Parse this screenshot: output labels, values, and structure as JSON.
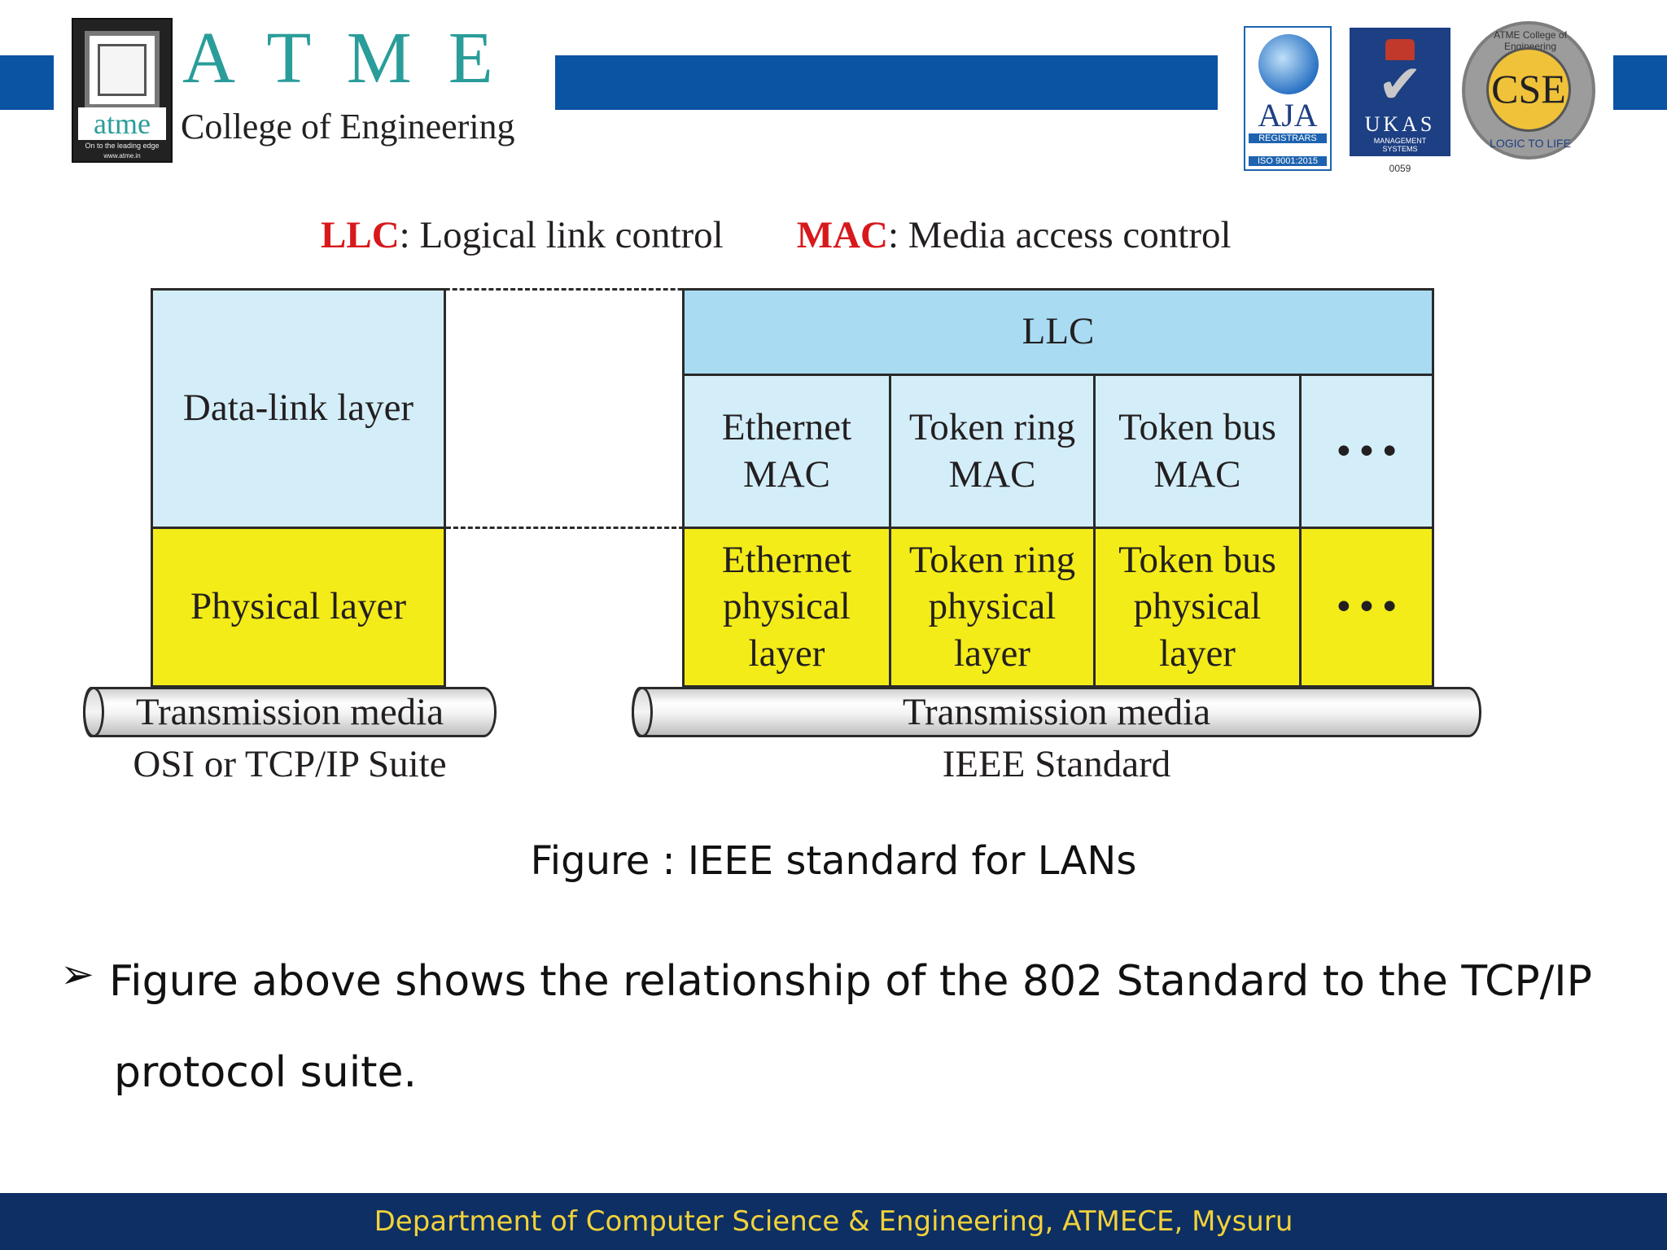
{
  "header": {
    "logo_text": "atme",
    "logo_tagline": "On to the leading edge",
    "logo_url_text": "www.atme.in",
    "wordmark": "A  T  M  E",
    "college_name": "College of Engineering",
    "cert_badges": [
      {
        "text": "AJA",
        "sub": "REGISTRARS",
        "iso": "ISO 9001:2015"
      },
      {
        "text": "UKAS",
        "sub": "MANAGEMENT SYSTEMS",
        "code": "0059"
      },
      {
        "text": "CSE",
        "ring": "ATME College of Engineering",
        "motto": "LOGIC TO LIFE"
      }
    ],
    "colors": {
      "brand_blue": "#0b53a3",
      "teal": "#2a9d9a"
    }
  },
  "diagram": {
    "legend": {
      "llc_abbr": "LLC",
      "llc_text": ": Logical link control",
      "mac_abbr": "MAC",
      "mac_text": ": Media access control"
    },
    "left": {
      "data_link": "Data-link layer",
      "physical": "Physical layer",
      "media": "Transmission media",
      "caption": "OSI or TCP/IP Suite"
    },
    "right": {
      "llc": "LLC",
      "mac_cells": [
        "Ethernet\nMAC",
        "Token ring\nMAC",
        "Token bus\nMAC",
        "• • •"
      ],
      "phys_cells": [
        "Ethernet\nphysical\nlayer",
        "Token ring\nphysical\nlayer",
        "Token bus\nphysical\nlayer",
        "• • •"
      ],
      "media": "Transmission media",
      "caption": "IEEE Standard"
    },
    "colors": {
      "llc_blue": "#a9dcf3",
      "light_blue": "#d3eef9",
      "yellow": "#f3ec19",
      "red": "#d7191c"
    }
  },
  "figure_caption": "Figure : IEEE standard for LANs",
  "bullet": {
    "line1": "Figure above shows the relationship of the 802 Standard to the TCP/IP",
    "line2": "protocol suite."
  },
  "footer": {
    "text": "Department of Computer Science & Engineering, ATMECE, Mysuru",
    "colors": {
      "bg": "#0d2f63",
      "text": "#f2d23a"
    }
  }
}
